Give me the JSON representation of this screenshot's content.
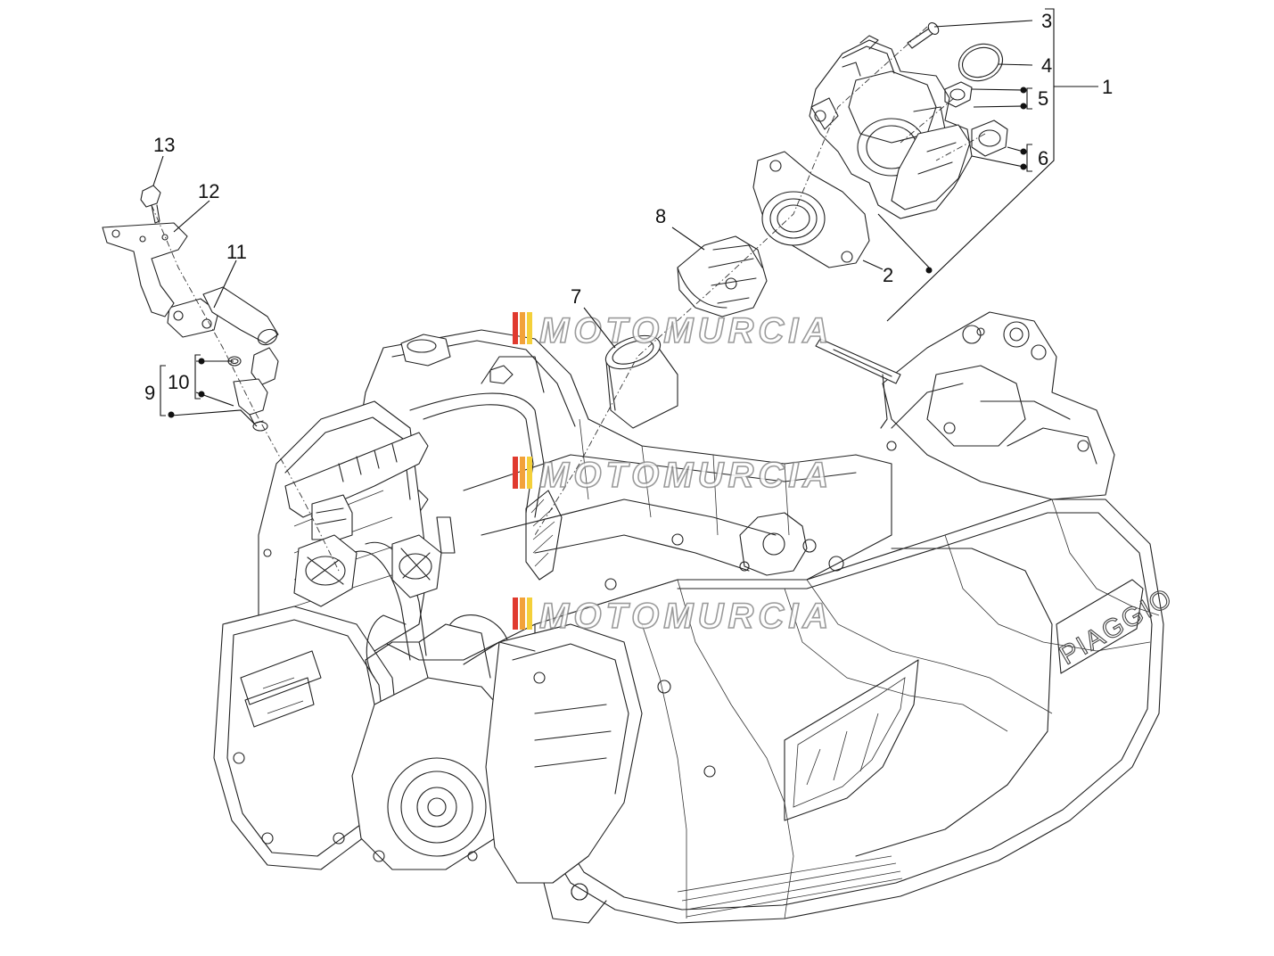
{
  "diagram": {
    "brand_mark": "PIAGGIO",
    "watermark": {
      "text": "MOTOMURCIA",
      "stripe_colors": [
        "#e03a2e",
        "#f2a23a",
        "#f4d03a"
      ]
    },
    "callouts": [
      {
        "number": "1",
        "name": "callout-1"
      },
      {
        "number": "2",
        "name": "callout-2"
      },
      {
        "number": "3",
        "name": "callout-3"
      },
      {
        "number": "4",
        "name": "callout-4"
      },
      {
        "number": "5",
        "name": "callout-5"
      },
      {
        "number": "6",
        "name": "callout-6"
      },
      {
        "number": "7",
        "name": "callout-7"
      },
      {
        "number": "8",
        "name": "callout-8"
      },
      {
        "number": "9",
        "name": "callout-9"
      },
      {
        "number": "10",
        "name": "callout-10"
      },
      {
        "number": "11",
        "name": "callout-11"
      },
      {
        "number": "12",
        "name": "callout-12"
      },
      {
        "number": "13",
        "name": "callout-13"
      }
    ]
  }
}
